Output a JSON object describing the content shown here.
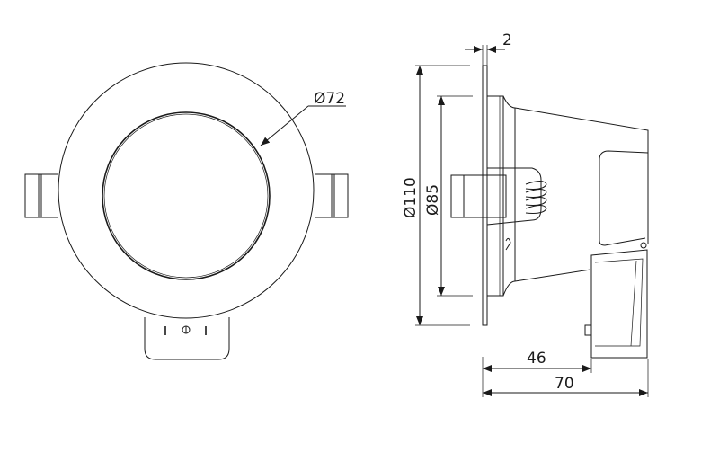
{
  "diagram": {
    "front_view": {
      "inner_diameter_label": "Ø72"
    },
    "side_view": {
      "plate_thickness_label": "2",
      "outer_diameter_label": "Ø110",
      "cutout_diameter_label": "Ø85",
      "depth_body_label": "46",
      "depth_total_label": "70"
    },
    "colors": {
      "line": "#1a1a1a",
      "background": "#ffffff"
    }
  }
}
